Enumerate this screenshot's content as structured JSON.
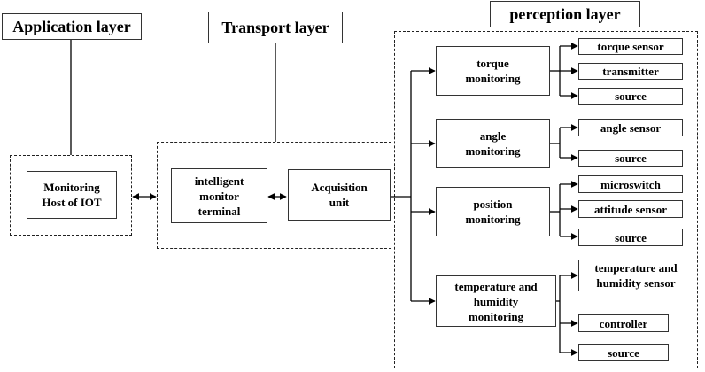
{
  "layers": {
    "application": "Application layer",
    "transport": "Transport layer",
    "perception": "perception layer"
  },
  "host": "Monitoring Host of IOT",
  "terminal": "intelligent monitor terminal",
  "acquisition": "Acquisition unit",
  "monitors": [
    {
      "label": "torque monitoring",
      "items": [
        "torque sensor",
        "transmitter",
        "source"
      ]
    },
    {
      "label": "angle monitoring",
      "items": [
        "angle sensor",
        "source"
      ]
    },
    {
      "label": "position monitoring",
      "items": [
        "microswitch",
        "attitude sensor",
        "source"
      ]
    },
    {
      "label": "temperature and humidity monitoring",
      "items": [
        "temperature and humidity sensor",
        "controller",
        "source"
      ]
    }
  ]
}
